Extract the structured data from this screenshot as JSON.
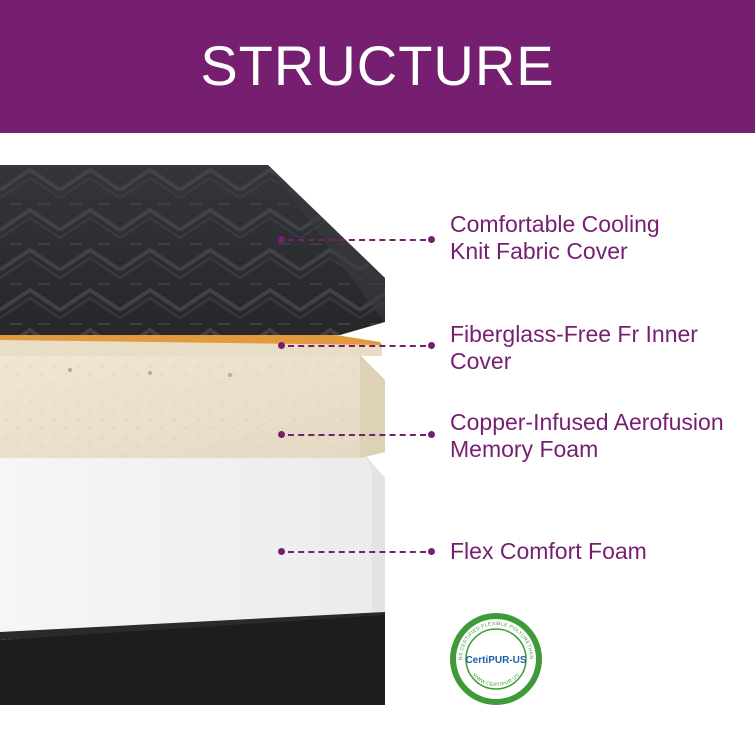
{
  "banner": {
    "title": "STRUCTURE",
    "background": "#761f71"
  },
  "layers": [
    {
      "name": "cover",
      "lines": [
        "Comfortable Cooling",
        "Knit Fabric Cover"
      ]
    },
    {
      "name": "inner-cover",
      "lines": [
        "Fiberglass-Free Fr Inner",
        "Cover"
      ]
    },
    {
      "name": "memory-foam",
      "lines": [
        "Copper-Infused Aerofusion",
        "Memory Foam"
      ]
    },
    {
      "name": "flex-foam",
      "lines": [
        "Flex Comfort Foam"
      ]
    }
  ],
  "certification": {
    "logo_text": "CertiPUR-US",
    "ring_top": "CONTAINS CERTIFIED FLEXIBLE POLYURETHANE FOAM",
    "ring_bottom": "WWW.CERTIPUR.US"
  },
  "colors": {
    "accent": "#761f71",
    "fabric": "#2b2c30",
    "memory_foam": "#ebe2ce",
    "flex_foam": "#f1f1f1",
    "base": "#1d1d1f",
    "cert_green": "#3f9b3a",
    "cert_blue": "#1f5fa8"
  }
}
